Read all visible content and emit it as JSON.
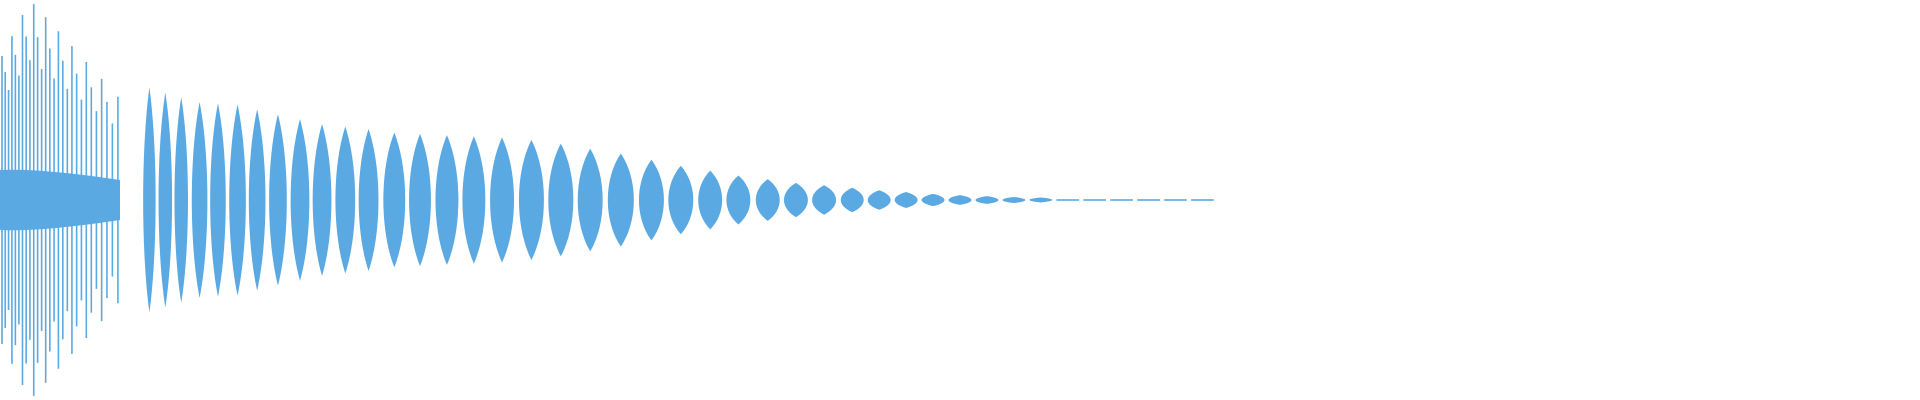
{
  "waveform": {
    "color": "#5aa9e3",
    "description_name": "audio-waveform",
    "envelope": {
      "type": "decaying-oscillation",
      "lobe_count_visible": 52,
      "peak_relative_amplitude": 1.0,
      "tail_relative_amplitude": 0.01
    }
  }
}
